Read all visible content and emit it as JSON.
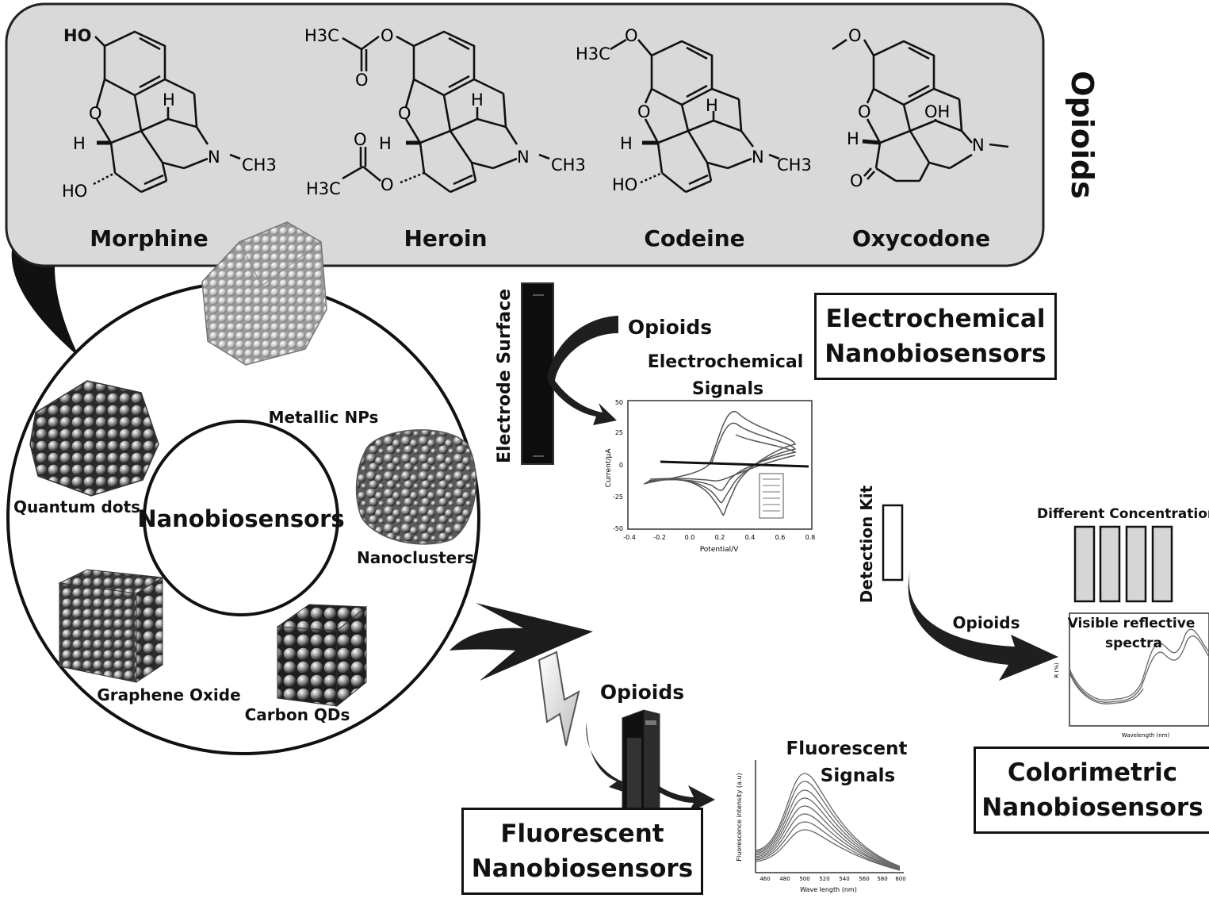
{
  "opioids_panel": {
    "side_label": "Opioids",
    "molecules": [
      {
        "name": "Morphine",
        "atoms": [
          "HO",
          "O",
          "H",
          "H",
          "N",
          "CH3",
          "HO"
        ]
      },
      {
        "name": "Heroin",
        "atoms": [
          "H3C",
          "O",
          "O",
          "O",
          "H",
          "H",
          "N",
          "CH3",
          "O",
          "H3C",
          "O"
        ]
      },
      {
        "name": "Codeine",
        "atoms": [
          "H3C",
          "O",
          "O",
          "H",
          "H",
          "N",
          "CH3",
          "HO"
        ]
      },
      {
        "name": "Oxycodone",
        "atoms": [
          "O",
          "O",
          "OH",
          "H",
          "N",
          "O"
        ]
      }
    ]
  },
  "nanomaterials": {
    "center": "Nanobiosensors",
    "items": [
      "Metallic NPs",
      "Quantum dots",
      "Nanoclusters",
      "Graphene Oxide",
      "Carbon QDs"
    ]
  },
  "electrochemical": {
    "electrode_label": "Electrode Surface",
    "analyte": "Opioids",
    "signal_label_1": "Electrochemical",
    "signal_label_2": "Signals",
    "box_line1": "Electrochemical",
    "box_line2": "Nanobiosensors",
    "plot": {
      "xlabel": "Potential/V",
      "ylabel": "Current/μA",
      "xticks": [
        "-0.4",
        "-0.2",
        "0.0",
        "0.2",
        "0.4",
        "0.6",
        "0.8"
      ],
      "yticks": [
        "50",
        "25",
        "0",
        "-25",
        "-50"
      ]
    }
  },
  "fluorescent": {
    "analyte": "Opioids",
    "signal_label_1": "Fluorescent",
    "signal_label_2": "Signals",
    "box_line1": "Fluorescent",
    "box_line2": "Nanobiosensors",
    "plot": {
      "xlabel": "Wave length (nm)",
      "ylabel": "Fluorescence intensity (a.u)",
      "xticks": [
        "460",
        "480",
        "500",
        "520",
        "540",
        "560",
        "580",
        "600"
      ]
    }
  },
  "colorimetric": {
    "kit_label": "Detection Kit",
    "analyte": "Opioids",
    "concentrations_label": "Different Concentrations",
    "spectra_label_1": "Visible reflective",
    "spectra_label_2": "spectra",
    "box_line1": "Colorimetric",
    "box_line2": "Nanobiosensors",
    "plot": {
      "xlabel": "Wavelength (nm)",
      "ylabel": "R (%)"
    }
  },
  "colors": {
    "panel_fill": "#d9d9d9",
    "ink": "#111111",
    "arrow": "#2a2a2a",
    "tube_fill": "#d6d6d6"
  }
}
